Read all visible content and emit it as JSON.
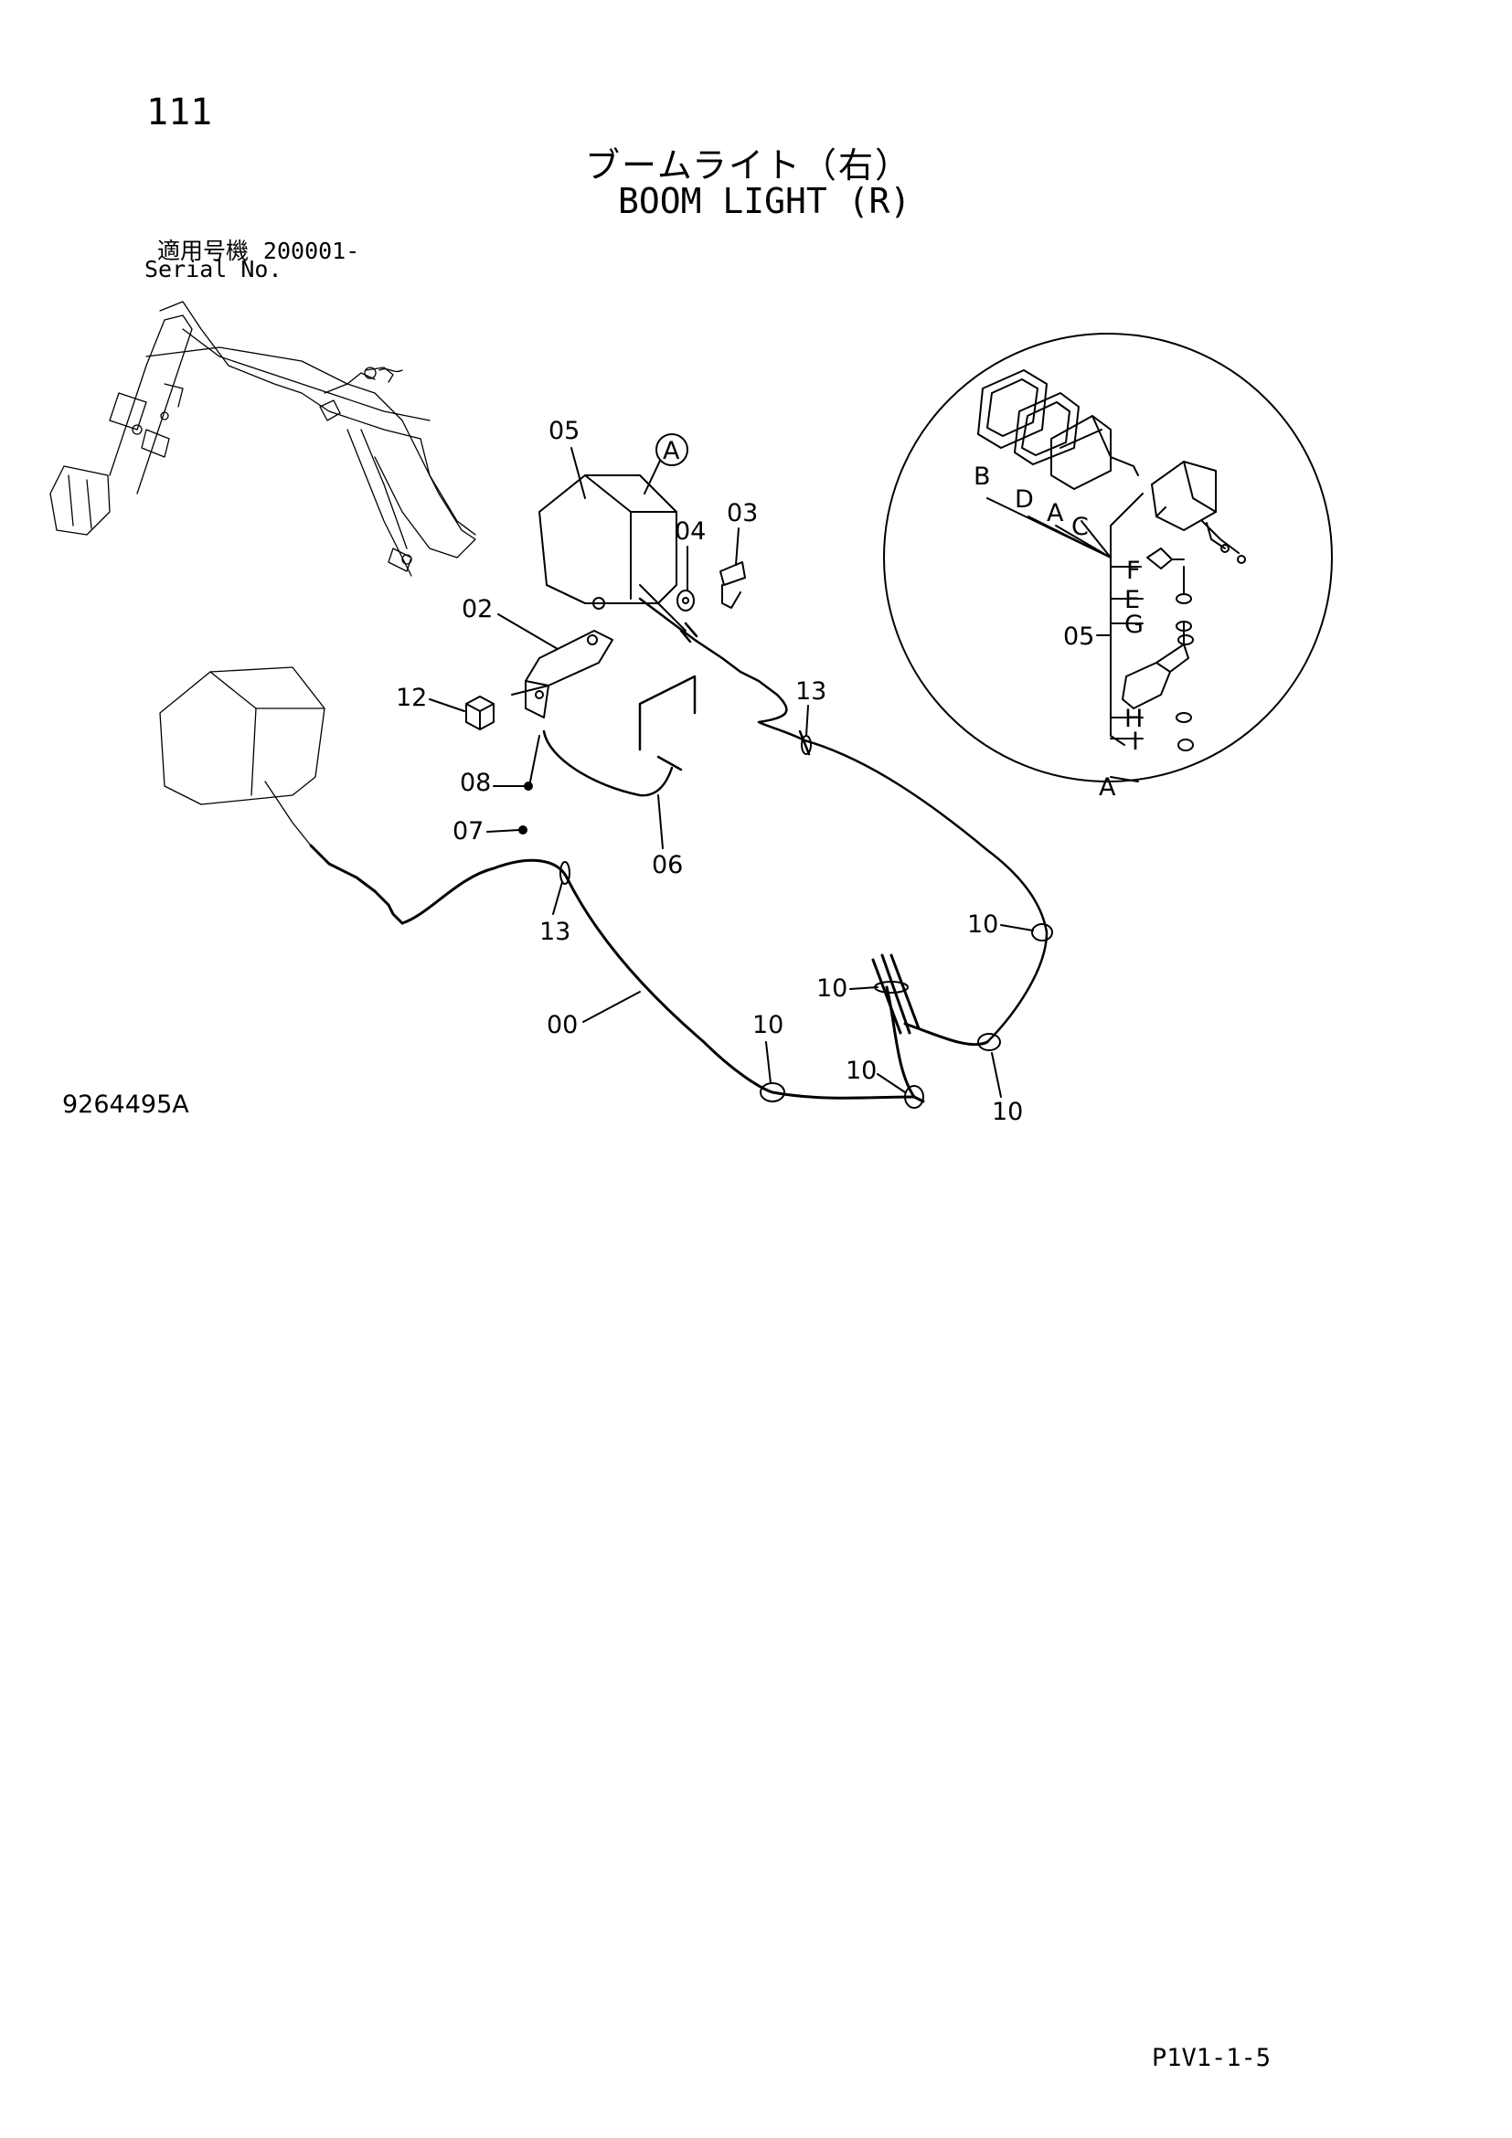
{
  "header": {
    "page_number": "111",
    "title_jp": "ブームライト（右）",
    "title_en": "BOOM LIGHT (R)",
    "serial_label_jp": "適用号機",
    "serial_value": "200001-",
    "serial_label_en": "Serial No."
  },
  "footer": {
    "drawing_code": "9264495A",
    "page_ref": "P1V1-1-5"
  },
  "callouts": {
    "p00": "00",
    "p02": "02",
    "p03": "03",
    "p04": "04",
    "p05": "05",
    "p06": "06",
    "p07": "07",
    "p08": "08",
    "p10": "10",
    "p12": "12",
    "p13": "13",
    "ref_a": "A"
  },
  "detail_labels": {
    "a": "A",
    "b": "B",
    "c": "C",
    "d": "D",
    "e": "E",
    "f": "F",
    "g": "G",
    "h": "H",
    "i": "I",
    "assembly": "05",
    "view": "A"
  }
}
